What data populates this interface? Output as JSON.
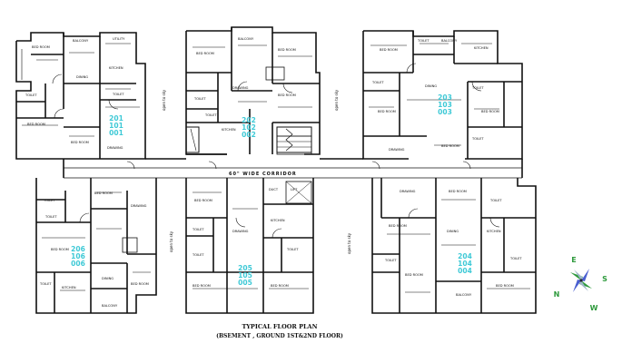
{
  "title": "TYPICAL FLOOR PLAN",
  "subtitle": "(BSEMENT , GROUND 1ST&2ND FLOOR)",
  "corridor_label": "60\" WIDE CORRIDOR",
  "open_to_sky": "open to sky",
  "compass": {
    "north": "N",
    "east": "E",
    "south": "S",
    "west": "W"
  },
  "colors": {
    "unit_numbers": "#3ec9d6",
    "lines": "#111111",
    "compass_green": "#2e9a3c",
    "compass_blue": "#4a5fd0"
  },
  "units": [
    {
      "id": "flat-a",
      "numbers": [
        "201",
        "101",
        "001"
      ]
    },
    {
      "id": "flat-b",
      "numbers": [
        "202",
        "102",
        "002"
      ]
    },
    {
      "id": "flat-c",
      "numbers": [
        "203",
        "103",
        "003"
      ]
    },
    {
      "id": "flat-d",
      "numbers": [
        "206",
        "106",
        "006"
      ]
    },
    {
      "id": "flat-e",
      "numbers": [
        "205",
        "105",
        "005"
      ]
    },
    {
      "id": "flat-f",
      "numbers": [
        "204",
        "104",
        "004"
      ]
    }
  ],
  "room_labels": {
    "bed_room": "BED ROOM",
    "balcony": "BALCONY",
    "kitchen": "KITCHEN",
    "toilet": "TOILET",
    "dining": "DINING",
    "drawing": "DRAWING",
    "utility": "UTILITY",
    "lift": "LIFT",
    "duct": "DUCT"
  }
}
